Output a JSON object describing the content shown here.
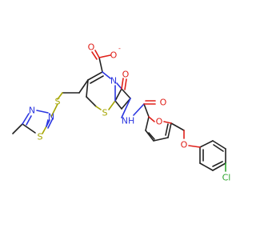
{
  "colors": {
    "carbon_bond": "#222222",
    "oxygen": "#e0201a",
    "nitrogen": "#2b36e0",
    "sulfur": "#a5a500",
    "chlorine": "#2ea52e",
    "background": "#ffffff"
  },
  "atoms": {
    "s_thiadiazole": "S",
    "n_thiadiazole_1": "N",
    "n_thiadiazole_2": "N",
    "s_thioether": "S",
    "o_carboxylate_1": "O",
    "o_carboxylate_2": "O",
    "charge_minus": "-",
    "n_lactam": "N",
    "o_lactam": "O",
    "s_ring": "S",
    "n_amide": "NH",
    "o_amide": "O",
    "o_furan": "O",
    "o_ether": "O",
    "cl": "Cl"
  }
}
